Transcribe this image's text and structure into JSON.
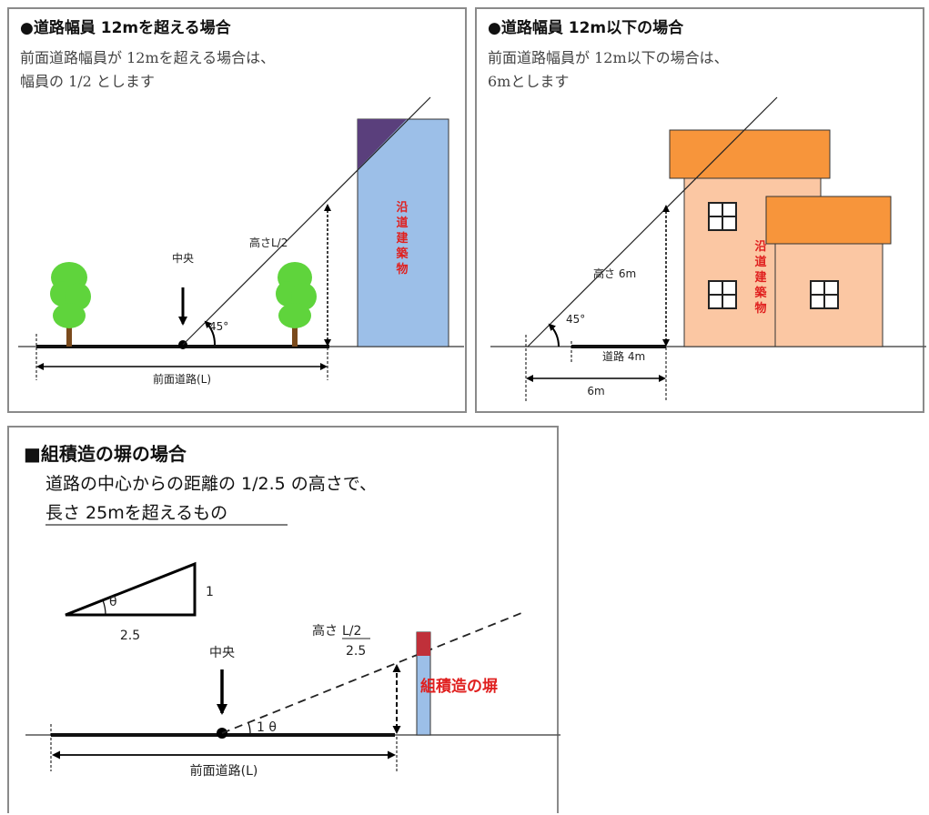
{
  "panel1": {
    "title": "●道路幅員 12mを超える場合",
    "desc_line1": "前面道路幅員が 12mを超える場合は、",
    "desc_line2": "幅員の 1/2 とします",
    "center_label": "中央",
    "height_label": "高さL/2",
    "angle_label": "45°",
    "road_label": "前面道路(L)",
    "building_label": [
      "沿",
      "道",
      "建",
      "築",
      "物"
    ]
  },
  "panel2": {
    "title": "●道路幅員 12m以下の場合",
    "desc_line1": "前面道路幅員が 12m以下の場合は、",
    "desc_line2": "6mとします",
    "height_label": "高さ 6m",
    "angle_label": "45°",
    "road_label": "道路 4m",
    "distance_label": "6m",
    "building_label": [
      "沿",
      "道",
      "建",
      "築",
      "物"
    ]
  },
  "panel3": {
    "title": "■組積造の塀の場合",
    "desc_line1": "道路の中心からの距離の 1/2.5 の高さで、",
    "desc_line2": "長さ 25mを超えるもの",
    "ratio_vertical": "1",
    "ratio_horizontal": "2.5",
    "theta_small": "θ",
    "center_label": "中央",
    "height_label_prefix": "高さ",
    "height_label_num": "L/2",
    "height_label_den": "2.5",
    "angle_label": "1 θ",
    "wall_label": "組積造の塀",
    "road_label": "前面道路(L)"
  },
  "colors": {
    "tree_green": "#5fd43c",
    "tree_trunk": "#7a4a1c",
    "building_blue": "#9cbfe8",
    "building_purple": "#5a3f7c",
    "roof_orange": "#f7953b",
    "wall_peach": "#fbc7a3",
    "text_red": "#e0201f",
    "wall_red": "#c0303a"
  }
}
